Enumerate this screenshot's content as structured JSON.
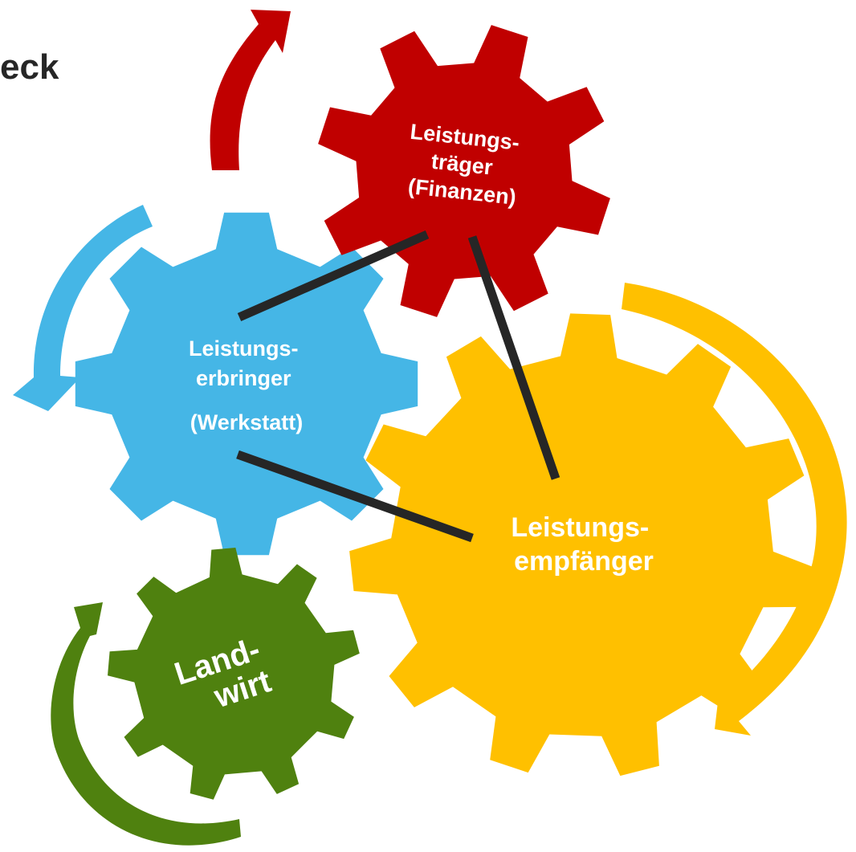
{
  "title_fragment": "eck",
  "colors": {
    "red": "#c00000",
    "blue": "#45b6e6",
    "yellow": "#ffc000",
    "green": "#4f810f",
    "connector": "#262626"
  },
  "gears": {
    "finanzen": {
      "lines": [
        "Leistungs-",
        "träger",
        "(Finanzen)"
      ]
    },
    "werkstatt": {
      "lines": [
        "Leistungs-",
        "erbringer",
        "(Werkstatt)"
      ]
    },
    "empfaenger": {
      "lines": [
        "Leistungs-",
        "empfänger"
      ]
    },
    "landwirt": {
      "lines": [
        "Land-",
        "wirt"
      ]
    }
  }
}
